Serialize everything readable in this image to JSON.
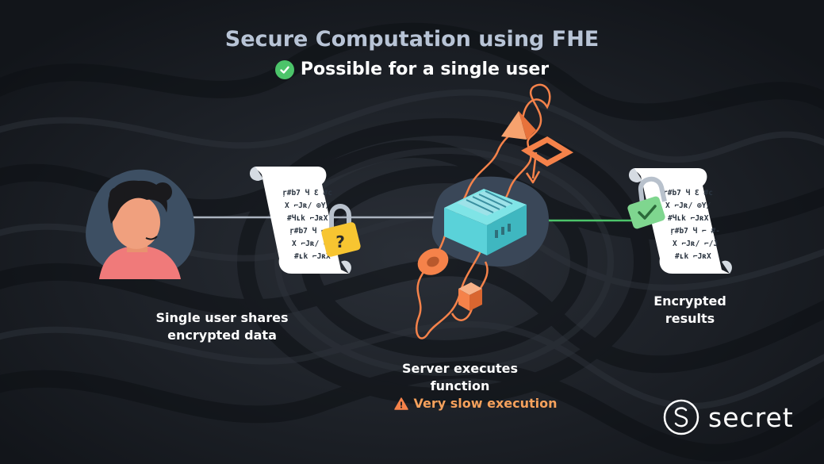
{
  "header": {
    "title": "Secure Computation using FHE",
    "subtitle": "Possible for a single user"
  },
  "labels": {
    "user": [
      "Single user shares",
      "encrypted data"
    ],
    "results": [
      "Encrypted",
      "results"
    ],
    "server": [
      "Server executes",
      "function"
    ],
    "warning": "Very slow execution"
  },
  "brand": {
    "name": "secret"
  },
  "cipher_lines": [
    "ŗ#b7 Ч Ɛ #c",
    "X ⌐Jʀ/ ⊕Y/",
    "#Чʟk ⌐JʀX",
    "ŗ#b7 Ч ⌐ #-",
    "X ⌐Jʀ/ ⌐/J",
    "#ʟk ⌐JʀX"
  ],
  "colors": {
    "background": "#15191f",
    "title": "#b8c4d6",
    "accent_orange": "#f5824a",
    "accent_green": "#4cc46a",
    "lock_yellow": "#f7c531",
    "server_teal": "#5ad2d9",
    "warning": "#f5a15c"
  },
  "icons": {
    "subtitle": "check-circle-icon",
    "warning": "warning-triangle-icon",
    "input_lock": "padlock-question-icon",
    "output_lock": "padlock-check-icon",
    "brand": "secret-logo-icon"
  }
}
